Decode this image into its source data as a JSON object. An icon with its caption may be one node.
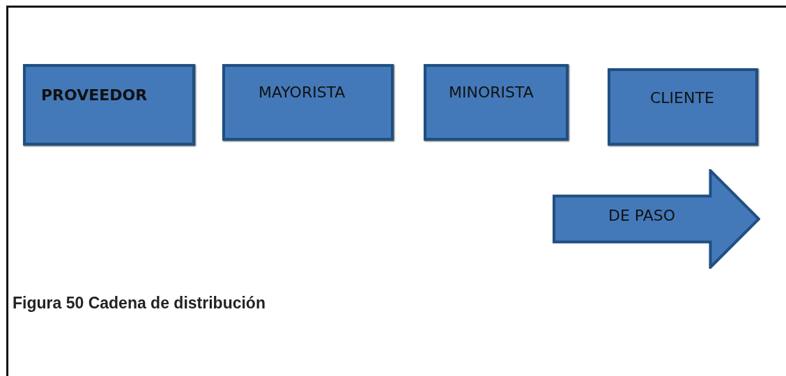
{
  "diagram": {
    "caption": "Figura 50 Cadena de distribución",
    "nodes": [
      {
        "text": [
          "PROVEEDOR"
        ]
      },
      {
        "text": [
          "MAYORISTA"
        ]
      },
      {
        "text": [
          "MINORISTA"
        ]
      },
      {
        "text": [
          "CLIENTE"
        ]
      },
      {
        "text": [
          "DE PASO"
        ]
      }
    ],
    "edges": []
  }
}
